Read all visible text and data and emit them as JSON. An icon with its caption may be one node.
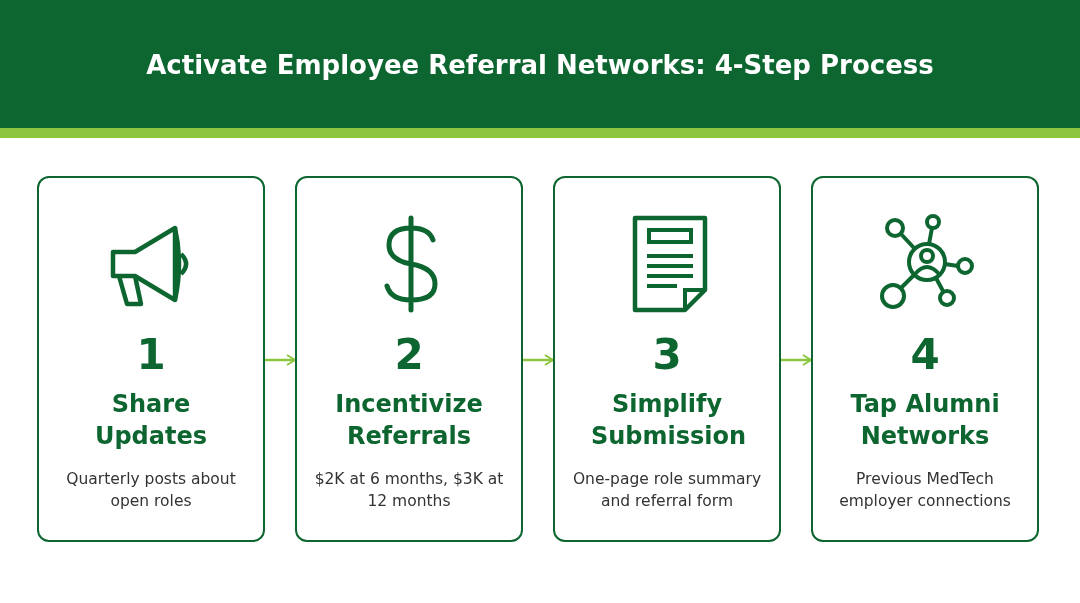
{
  "diagram": {
    "title": "Activate Employee Referral Networks: 4-Step Process",
    "nodes": [
      {
        "text": [
          "1",
          "Share Updates",
          "Quarterly posts about open roles"
        ]
      },
      {
        "text": [
          "2",
          "Incentivize Referrals",
          "$2K at 6 months, $3K at 12 months"
        ]
      },
      {
        "text": [
          "3",
          "Simplify Submission",
          "One-page role summary and referral form"
        ]
      },
      {
        "text": [
          "4",
          "Tap Alumni Networks",
          "Previous MedTech employer connections"
        ]
      }
    ],
    "edges": [
      {
        "from": 0,
        "to": 1,
        "arrow": "to"
      },
      {
        "from": 1,
        "to": 2,
        "arrow": "to"
      },
      {
        "from": 2,
        "to": 3,
        "arrow": "to"
      }
    ]
  }
}
